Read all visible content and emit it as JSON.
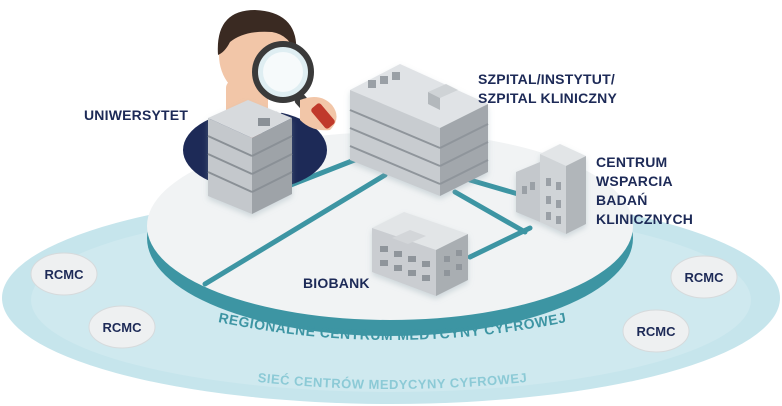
{
  "labels": {
    "university": "UNIWERSYTET",
    "hospital_line1": "SZPITAL/INSTYTUT/",
    "hospital_line2": "SZPITAL KLINICZNY",
    "center_line1": "CENTRUM",
    "center_line2": "WSPARCIA",
    "center_line3": "BADAŃ",
    "center_line4": "KLINICZNYCH",
    "biobank": "BIOBANK"
  },
  "badges": [
    "RCMC",
    "RCMC",
    "RCMC",
    "RCMC"
  ],
  "rings": {
    "inner": "REGIONALNE CENTRUM MEDYCYNY CYFROWEJ",
    "outer": "SIEĆ CENTRÓW MEDYCYNY CYFROWEJ"
  },
  "colors": {
    "outer_ellipse": "#c6e5ec",
    "platform_top": "#f1f3f4",
    "platform_rim": "#3d95a3",
    "connection_line": "#3d95a3",
    "label_text": "#1d2a57",
    "inner_ring_text": "#3d95a3",
    "outer_ring_text": "#8ccad6",
    "badge_fill": "#eef0f1"
  },
  "icons": [
    "person-magnifier-icon",
    "university-building-icon",
    "hospital-building-icon",
    "research-center-building-icon",
    "biobank-building-icon"
  ]
}
